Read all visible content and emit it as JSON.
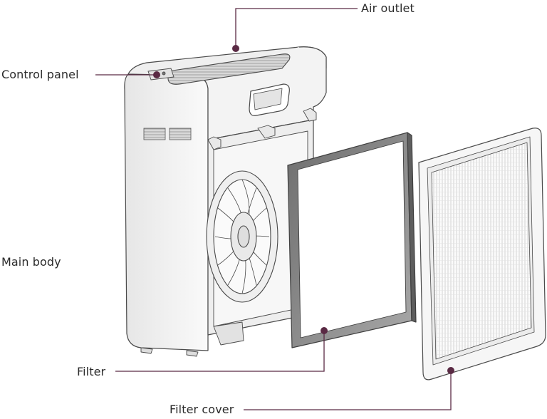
{
  "labels": {
    "air_outlet": "Air outlet",
    "control_panel": "Control panel",
    "main_body": "Main body",
    "filter": "Filter",
    "filter_cover": "Filter cover"
  },
  "colors": {
    "leader": "#5a2a44",
    "dot": "#5a2a44",
    "outline": "#4a4a4a",
    "body_fill": "#f4f4f4",
    "filter_frame": "#8c8c8c"
  }
}
